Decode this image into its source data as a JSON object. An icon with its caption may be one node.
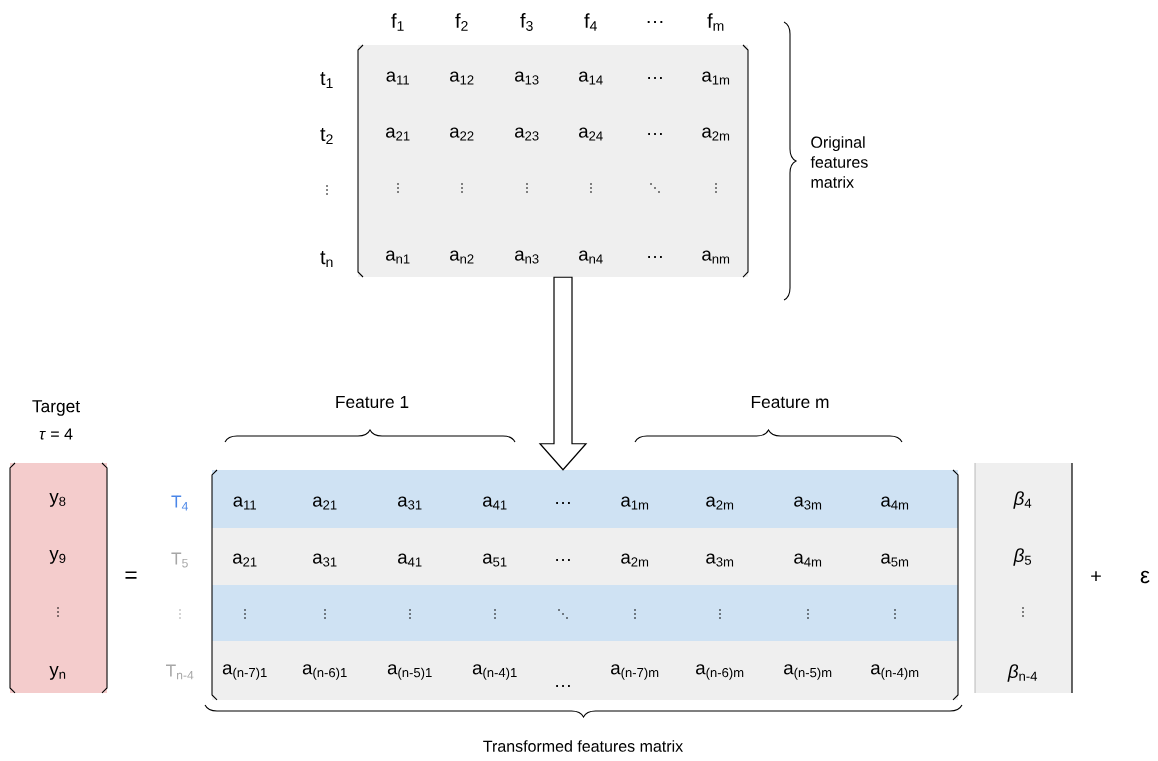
{
  "diagram": {
    "nodes": [
      {
        "text": [
          "a$_{11}$",
          "a$_{12}$",
          "a$_{13}$",
          "a$_{14}$",
          "…",
          "a$_{1m}$",
          "a$_{21}$",
          "a$_{22}$",
          "a$_{23}$",
          "a$_{24}$",
          "…",
          "a$_{2m}$",
          "⋮",
          "⋮",
          "⋮",
          "⋮",
          "⋱",
          "⋮",
          "a$_{n1}$",
          "a$_{n2}$",
          "a$_{n3}$",
          "a$_{n4}$",
          "…",
          "a$_{nm}$"
        ]
      },
      {
        "text": [
          "y$_{8}$",
          "y$_{9}$",
          "⋮",
          "y$_{n}$"
        ]
      },
      {
        "text": [
          "a$_{11}$",
          "a$_{21}$",
          "a$_{31}$",
          "a$_{41}$",
          "…",
          "a$_{1m}$",
          "a$_{2m}$",
          "a$_{3m}$",
          "a$_{4m}$",
          "a$_{21}$",
          "a$_{31}$",
          "a$_{41}$",
          "a$_{51}$",
          "…",
          "a$_{2m}$",
          "a$_{3m}$",
          "a$_{4m}$",
          "a$_{5m}$",
          "⋮",
          "⋮",
          "⋮",
          "⋮",
          "⋱",
          "⋮",
          "⋮",
          "⋮",
          "⋮",
          "a$_{(n-7)1}$",
          "a$_{(n-6)1}$",
          "a$_{(n-5)1}$",
          "a$_{(n-4)1}$",
          "…",
          "a$_{(n-7)m}$",
          "a$_{(n-6)m}$",
          "a$_{(n-5)m}$",
          "a$_{(n-4)m}$"
        ]
      },
      {
        "text": [
          "*β*$_{4}$",
          "*β*$_{5}$",
          "⋮",
          "*β*$_{n-4}$"
        ]
      }
    ],
    "edges": [
      {
        "from": 0,
        "to": 2,
        "arrow": "to"
      }
    ],
    "labels": [
      "f$_{1}$",
      "f$_{2}$",
      "f$_{3}$",
      "f$_{4}$",
      "…",
      "f$_{m}$",
      "t$_{1}$",
      "t$_{2}$",
      "⋮",
      "t$_{n}$",
      "Original features matrix",
      "Target",
      "*τ* = 4",
      "=",
      "Feature 1",
      "Feature m",
      "T$_{4}$",
      "T$_{5}$",
      "⋮",
      "T$_{n-4}$",
      "+",
      "ε",
      "Transformed features matrix"
    ]
  }
}
